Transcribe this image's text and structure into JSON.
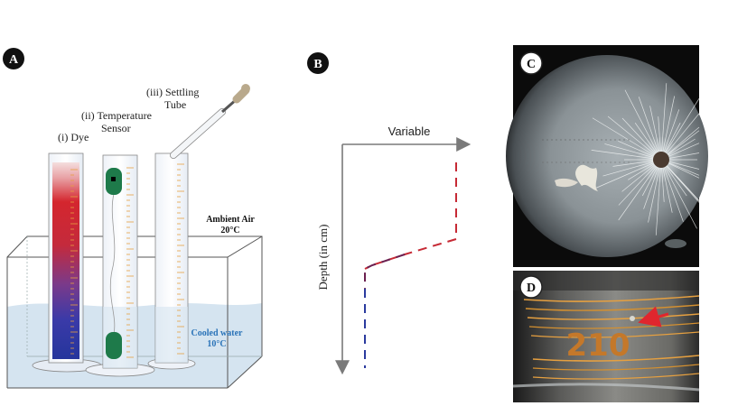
{
  "panels": {
    "a": {
      "badge": "A",
      "label_dye": "(i) Dye",
      "label_sensor_1": "(ii) Temperature",
      "label_sensor_2": "Sensor",
      "label_tube_1": "(iii) Settling",
      "label_tube_2": "Tube",
      "air_label_1": "Ambient Air",
      "air_label_2": "20°C",
      "water_label_1": "Cooled water",
      "water_label_2": "10°C"
    },
    "b": {
      "badge": "B",
      "x_axis_label": "Variable",
      "y_axis_label": "Depth (in cm)"
    },
    "c": {
      "badge": "C"
    },
    "d": {
      "badge": "D",
      "scale_number": "210"
    }
  },
  "colors": {
    "dye_top": "#f2d6d6",
    "dye_red": "#d4262e",
    "dye_blue": "#25359c",
    "water": "#d5e4f0",
    "water_text": "#2a73b8",
    "sensor_green": "#1e7a4a",
    "tick_orange": "#e6a040",
    "profile_red": "#c62a35",
    "profile_purple": "#6b2050",
    "profile_blue": "#2a3a9e",
    "arrow_gray": "#7a7a7a",
    "pointer_red": "#e0262e"
  }
}
